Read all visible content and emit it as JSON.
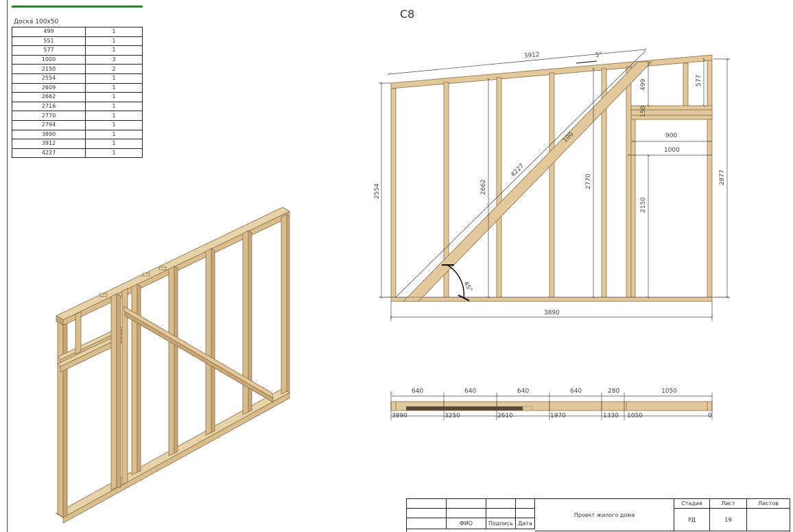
{
  "sheet": {
    "title": "С8"
  },
  "cut_list": {
    "title": "Доска 100х50",
    "rows": [
      {
        "length": "499",
        "qty": "1"
      },
      {
        "length": "551",
        "qty": "1"
      },
      {
        "length": "577",
        "qty": "1"
      },
      {
        "length": "1000",
        "qty": "3"
      },
      {
        "length": "2150",
        "qty": "2"
      },
      {
        "length": "2554",
        "qty": "1"
      },
      {
        "length": "2609",
        "qty": "1"
      },
      {
        "length": "2662",
        "qty": "1"
      },
      {
        "length": "2716",
        "qty": "1"
      },
      {
        "length": "2770",
        "qty": "1"
      },
      {
        "length": "2794",
        "qty": "1"
      },
      {
        "length": "3890",
        "qty": "1"
      },
      {
        "length": "3912",
        "qty": "1"
      },
      {
        "length": "4227",
        "qty": "1"
      }
    ]
  },
  "elevation": {
    "dims": {
      "top_length": "3912",
      "slope": "5°",
      "left_height": "2554",
      "stud_2662": "2662",
      "diag_4227": "4227",
      "diag_width": "100",
      "stud_2770": "2770",
      "d499": "499",
      "d577": "577",
      "d150": "150",
      "d900": "900",
      "d1000": "1000",
      "d2150": "2150",
      "right_height": "2877",
      "angle": "45°",
      "bottom_length": "3890"
    }
  },
  "plate_layout": {
    "spacings": [
      "640",
      "640",
      "640",
      "640",
      "280",
      "1050"
    ],
    "marks": [
      "3890",
      "3250",
      "2610",
      "1970",
      "1330",
      "1050",
      "0"
    ]
  },
  "title_block": {
    "project": "Проект жилого дома",
    "col_fio": "ФИО",
    "col_sign": "Подпись",
    "col_date": "Дата",
    "stage_label": "Стадия",
    "sheet_label": "Лист",
    "sheets_label": "Листов",
    "stage_value": "РД",
    "sheet_value": "19"
  },
  "colors": {
    "wood_light": "#e2c89a",
    "wood_mid": "#c9a878",
    "wood_dark": "#8a6c45",
    "dim_line": "#444444",
    "accent_green": "#2e7d32"
  }
}
